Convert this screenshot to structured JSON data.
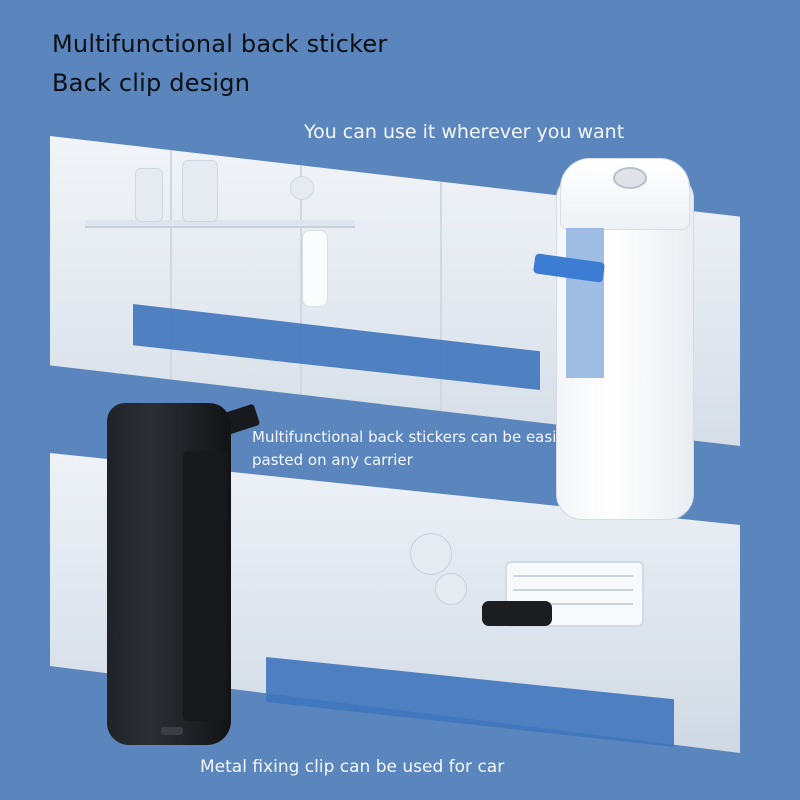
{
  "headline": {
    "line1": "Multifunctional back sticker",
    "line2": "Back clip design"
  },
  "captions": {
    "top": "You can use it wherever you want",
    "middle": "Multifunctional back stickers can be easily pasted on any carrier",
    "bottom": "Metal fixing clip can be used for car"
  },
  "colors": {
    "background": "#5a86bd",
    "accent_blue": "#3f74bd",
    "text_dark": "#0c0f14",
    "text_light": "#f4f7fb"
  }
}
